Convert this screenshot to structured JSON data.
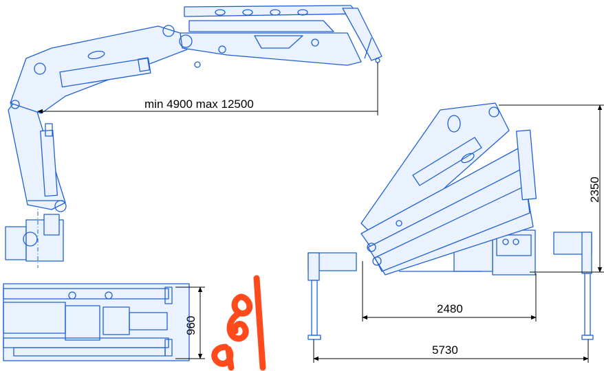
{
  "dimensions": {
    "reach": "min 4900  max 12500",
    "height": "2350",
    "base_length": "2480",
    "outrigger_span": "5730",
    "base_width": "960"
  },
  "handwritten_note": "960",
  "colors": {
    "line": "#1f5fd6",
    "dimension": "#000000",
    "annotation": "#ff4a1c"
  }
}
